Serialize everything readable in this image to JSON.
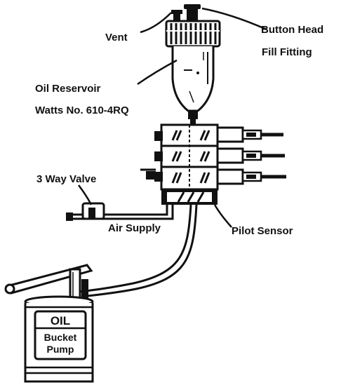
{
  "labels": {
    "vent": "Vent",
    "button_head_line1": "Button Head",
    "button_head_line2": "Fill Fitting",
    "reservoir_line1": "Oil Reservoir",
    "reservoir_line2": "Watts No. 610-4RQ",
    "three_way_valve": "3 Way Valve",
    "air_supply": "Air Supply",
    "pilot_sensor": "Pilot Sensor",
    "pump_oil": "OIL",
    "pump_line1": "Bucket",
    "pump_line2": "Pump"
  },
  "colors": {
    "ink": "#111111",
    "background": "#ffffff"
  }
}
